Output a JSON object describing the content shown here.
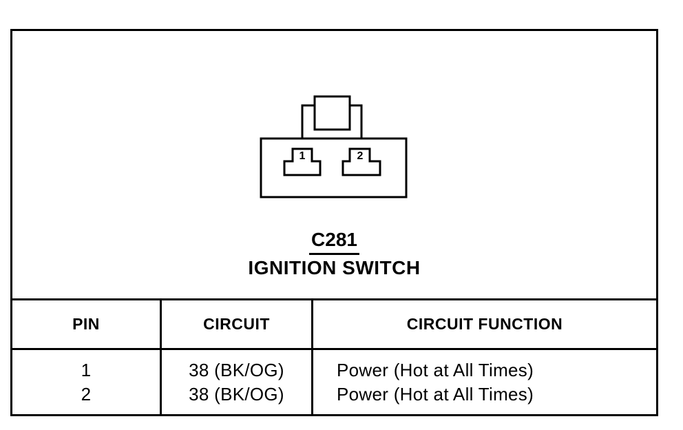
{
  "connector": {
    "id": "C281",
    "name": "IGNITION SWITCH",
    "pins": [
      {
        "label": "1"
      },
      {
        "label": "2"
      }
    ]
  },
  "table": {
    "headers": [
      "PIN",
      "CIRCUIT",
      "CIRCUIT FUNCTION"
    ],
    "rows": [
      {
        "pin": "1",
        "circuit": "38 (BK/OG)",
        "function": "Power (Hot at All Times)"
      },
      {
        "pin": "2",
        "circuit": "38 (BK/OG)",
        "function": "Power (Hot at All Times)"
      }
    ]
  },
  "colors": {
    "ink": "#000000",
    "paper": "#ffffff"
  }
}
